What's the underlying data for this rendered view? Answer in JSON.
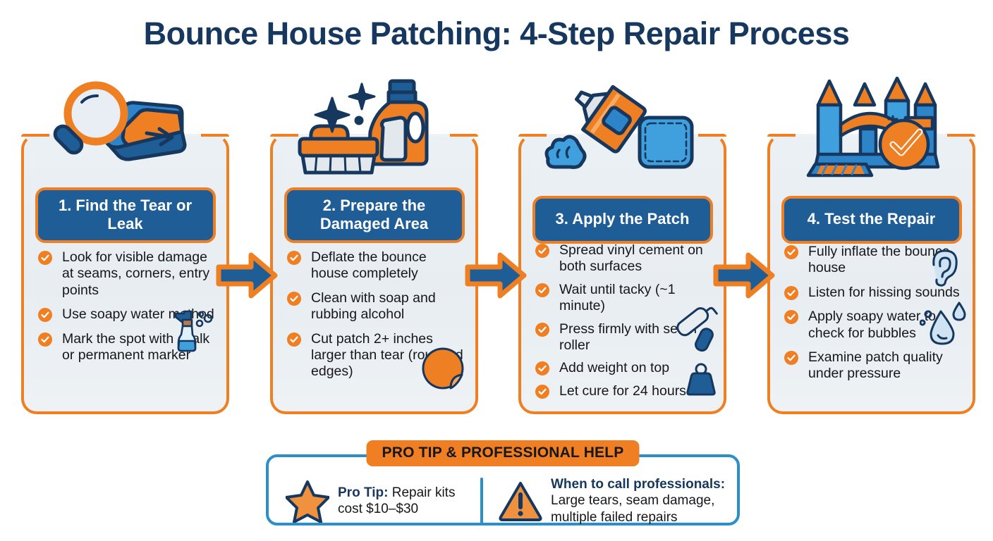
{
  "title": "Bounce House Patching: 4-Step Repair Process",
  "colors": {
    "navy": "#16375e",
    "blue": "#1f5d96",
    "accent_blue": "#2b8fc9",
    "orange": "#ef7f23",
    "card_bg": "#eaf0f3",
    "text": "#16171a"
  },
  "steps": [
    {
      "heading": "1. Find the Tear or Leak",
      "illustration": "magnifying-glass-over-folded-mat-icon",
      "bullets": [
        "Look for visible damage at seams, corners, entry points",
        "Use soapy water method",
        "Mark the spot with chalk or permanent marker"
      ],
      "mini_icons": [
        "spray-bottle-icon"
      ]
    },
    {
      "heading": "2. Prepare the Damaged Area",
      "illustration": "scrub-brush-and-detergent-bottle-icon",
      "bullets": [
        "Deflate the bounce house completely",
        "Clean with soap and rubbing alcohol",
        "Cut patch 2+ inches larger than tear (rounded edges)"
      ],
      "mini_icons": [
        "round-patch-icon"
      ]
    },
    {
      "heading": "3. Apply the Patch",
      "illustration": "glue-tube-and-patch-icon",
      "bullets": [
        "Spread vinyl cement on both surfaces",
        "Wait until tacky (~1 minute)",
        "Press firmly with seam roller",
        "Add weight on top",
        "Let cure for 24 hours"
      ],
      "mini_icons": [
        "seam-roller-icon",
        "weight-icon"
      ]
    },
    {
      "heading": "4. Test the Repair",
      "illustration": "bounce-house-with-check-badge-icon",
      "bullets": [
        "Fully inflate the bounce house",
        "Listen for hissing sounds",
        "Apply soapy water to check for bubbles",
        "Examine patch quality under pressure"
      ],
      "mini_icons": [
        "ear-icon",
        "water-droplet-icon"
      ]
    }
  ],
  "arrows": [
    "arrow-right-icon",
    "arrow-right-icon",
    "arrow-right-icon"
  ],
  "protip": {
    "badge": "PRO TIP & PROFESSIONAL HELP",
    "left_icon": "star-icon",
    "left_label": "Pro Tip:",
    "left_text": " Repair kits cost $10–$30",
    "right_icon": "warning-triangle-icon",
    "right_heading": "When to call professionals:",
    "right_text": "Large tears, seam damage, multiple failed repairs"
  }
}
